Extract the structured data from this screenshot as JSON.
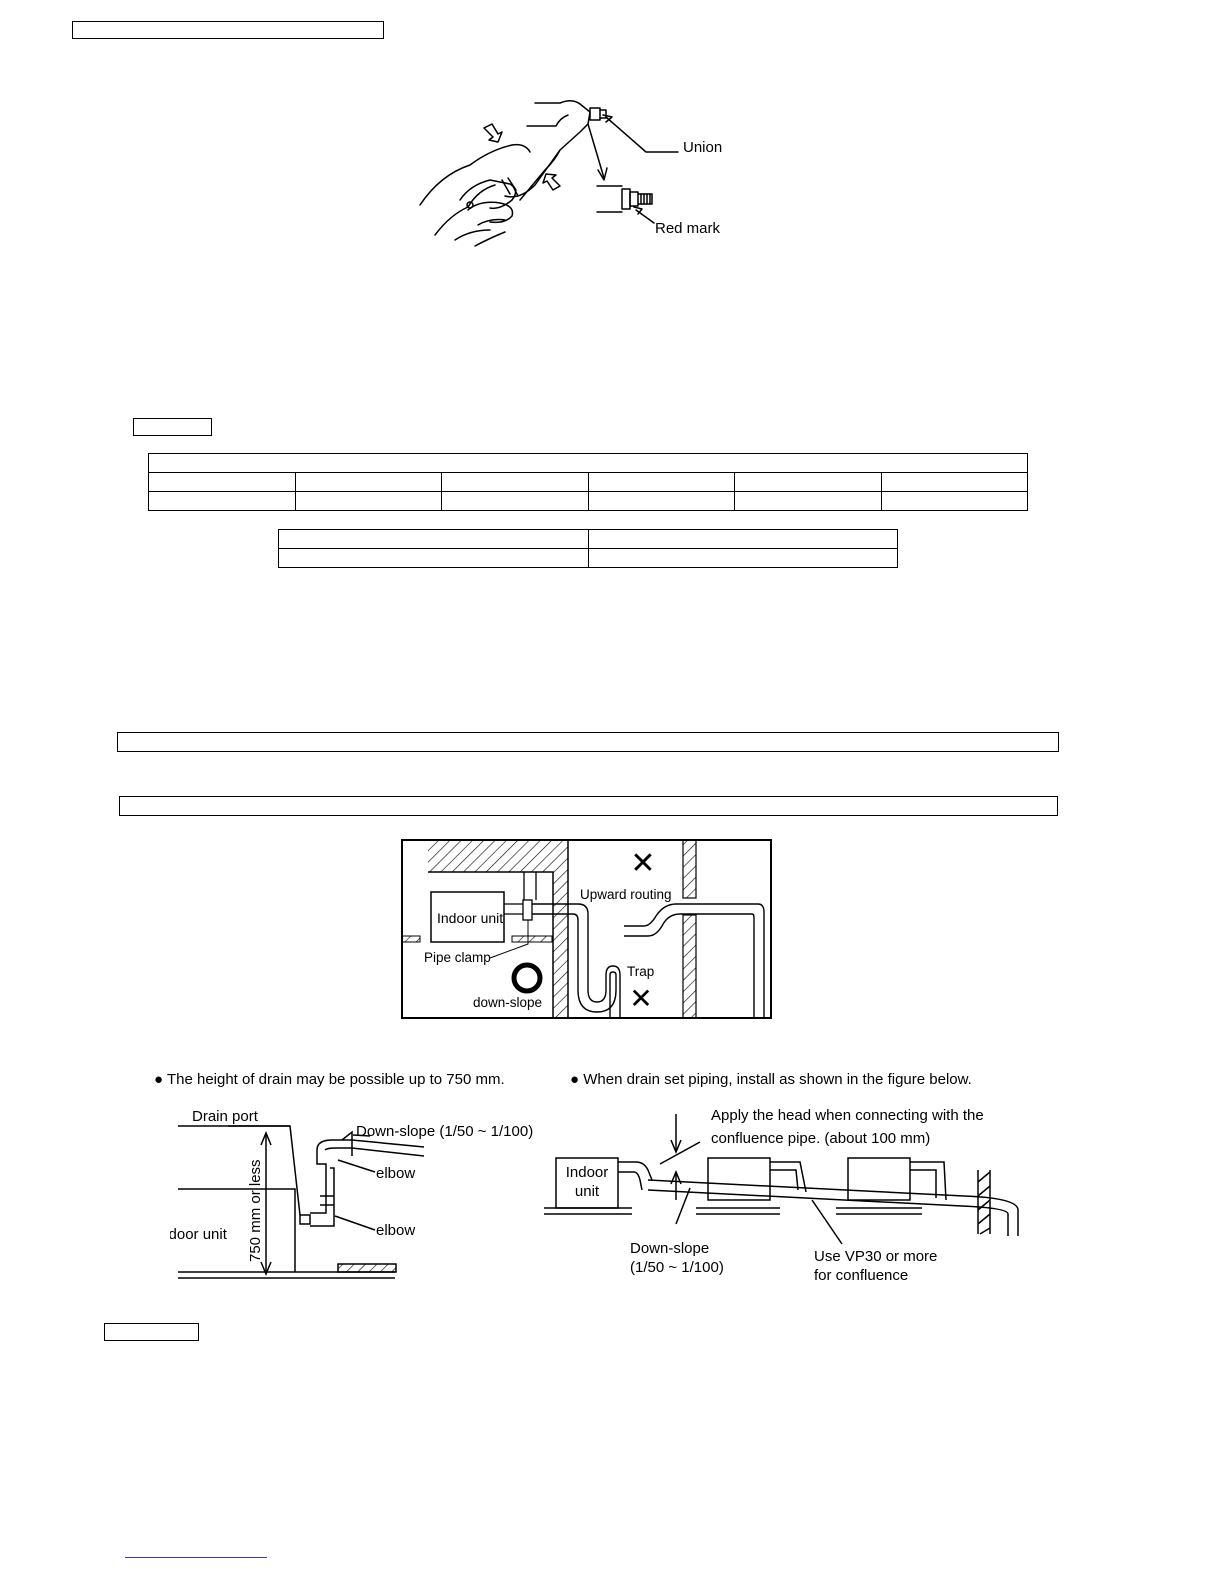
{
  "wrench_figure": {
    "union_label": "Union",
    "red_mark_label": "Red mark"
  },
  "routing_figure": {
    "indoor_unit_label": "Indoor unit",
    "upward_routing_label": "Upward routing",
    "pipe_clamp_label": "Pipe clamp",
    "trap_label": "Trap",
    "down_slope_label": "down-slope",
    "wrong_mark": "✕",
    "right_mark": "○"
  },
  "notes": {
    "left_bullet": "● The height of drain may be possible up to 750 mm.",
    "right_bullet": "● When drain set piping, install as shown in the figure below."
  },
  "drain_height_figure": {
    "drain_port_label": "Drain port",
    "down_slope_label": "Down-slope (1/50 ~ 1/100)",
    "elbow_label_top": "elbow",
    "elbow_label_bottom": "elbow",
    "indoor_unit_label": "Indoor unit",
    "height_label": "750 mm or less"
  },
  "confluence_figure": {
    "indoor_unit_label_line1": "Indoor",
    "indoor_unit_label_line2": "unit",
    "head_note_line1": "Apply the head when connecting with the",
    "head_note_line2": "confluence pipe. (about 100 mm)",
    "down_slope_line1": "Down-slope",
    "down_slope_line2": "(1/50 ~ 1/100)",
    "vp30_line1": "Use VP30 or more",
    "vp30_line2": "for confluence"
  }
}
